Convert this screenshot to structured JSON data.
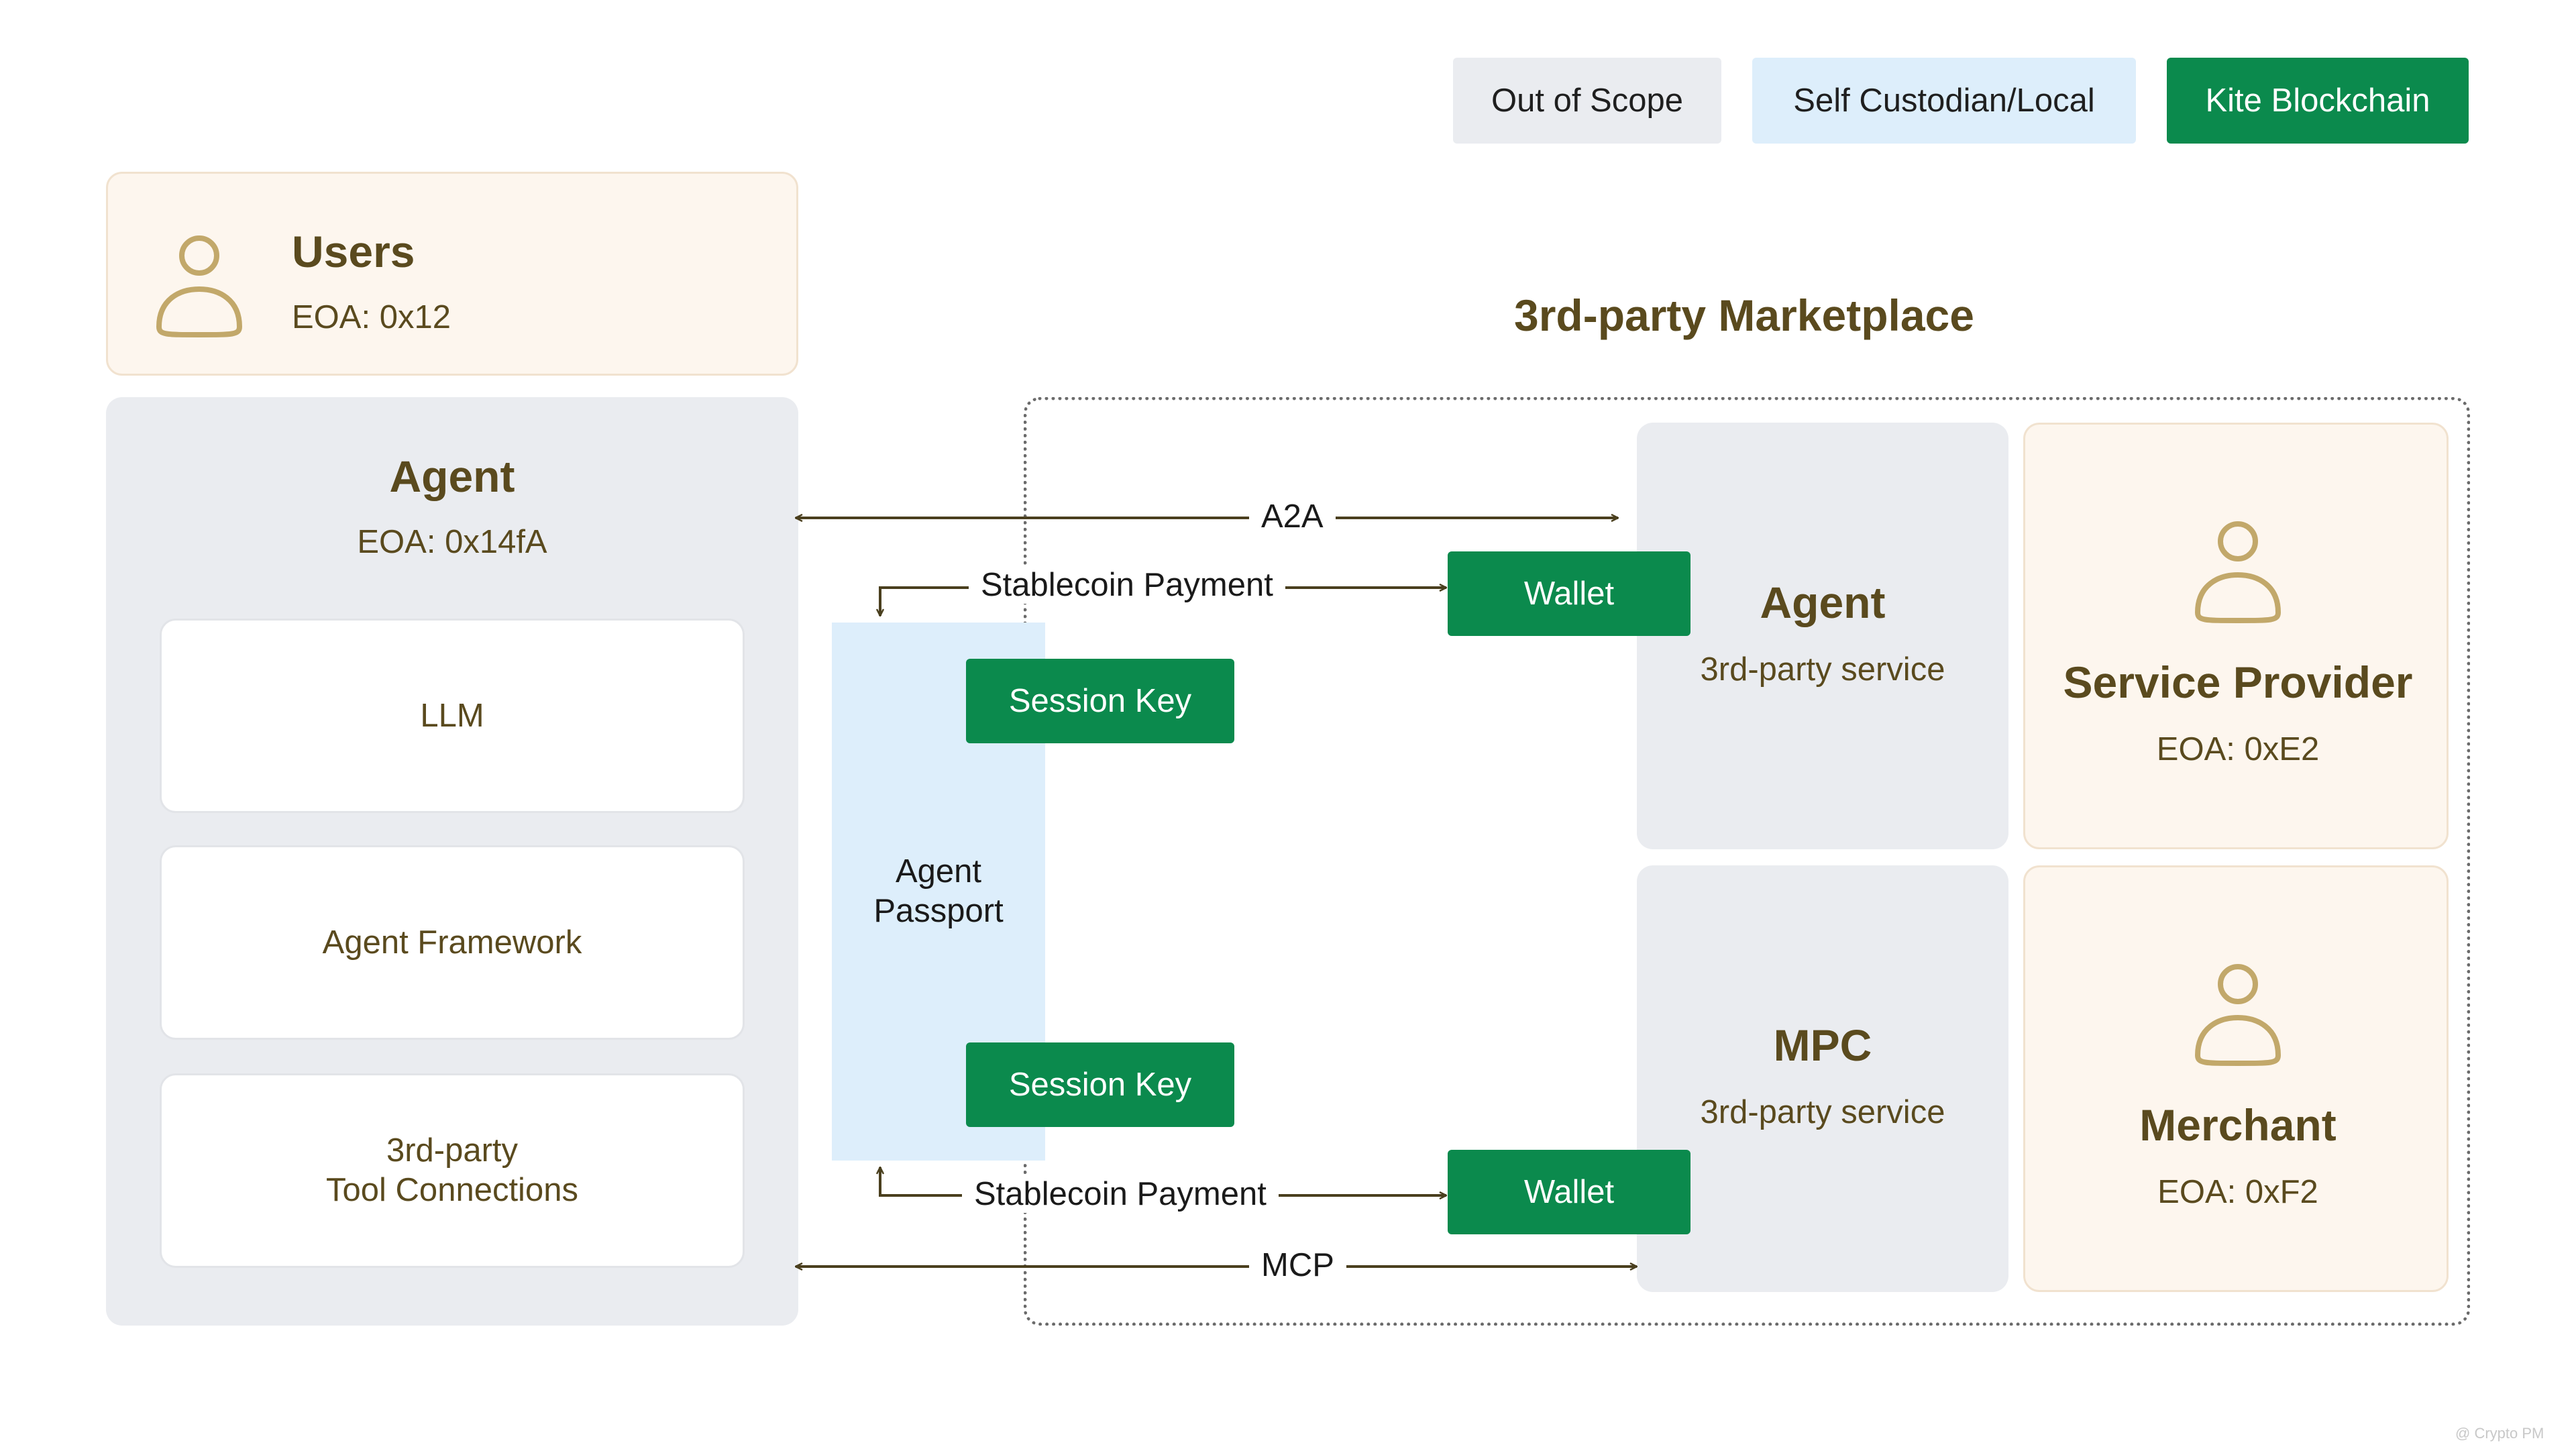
{
  "legend": {
    "out_of_scope": "Out of Scope",
    "self_custodian": "Self Custodian/Local",
    "kite_blockchain": "Kite Blockchain"
  },
  "users": {
    "title": "Users",
    "eoa": "EOA: 0x12"
  },
  "agent": {
    "title": "Agent",
    "eoa": "EOA: 0x14fA",
    "components": [
      "LLM",
      "Agent Framework",
      "3rd-party\nTool Connections"
    ]
  },
  "passport": {
    "label": "Agent\nPassport",
    "session_key_top": "Session Key",
    "session_key_bottom": "Session Key"
  },
  "connections": {
    "a2a": "A2A",
    "stablecoin_top": "Stablecoin Payment",
    "stablecoin_bottom": "Stablecoin Payment",
    "mcp": "MCP"
  },
  "marketplace": {
    "title": "3rd-party Marketplace",
    "wallet_top": "Wallet",
    "wallet_bottom": "Wallet",
    "agent_service": {
      "title": "Agent",
      "sub": "3rd-party service"
    },
    "mpc_service": {
      "title": "MPC",
      "sub": "3rd-party service"
    },
    "service_provider": {
      "title": "Service Provider",
      "eoa": "EOA: 0xE2"
    },
    "merchant": {
      "title": "Merchant",
      "eoa": "EOA: 0xF2"
    }
  },
  "watermark": "@ Crypto PM",
  "colors": {
    "out_of_scope": "#eaecf0",
    "self_custodian": "#ddeefb",
    "kite_blockchain": "#0b8a4d",
    "user_panel": "#fdf6ee",
    "text": "#5a4a1e"
  }
}
